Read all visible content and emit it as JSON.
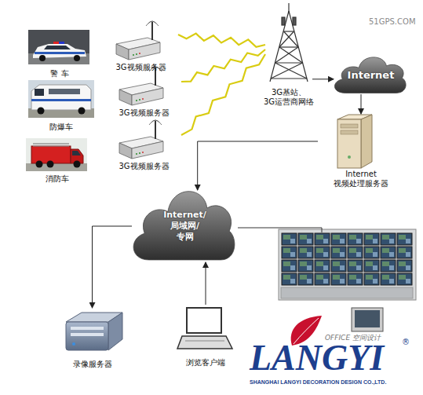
{
  "diagram": {
    "nodes": [
      {
        "text": [
          "警 车"
        ]
      },
      {
        "text": [
          "3G视频服务器"
        ]
      },
      {
        "text": [
          "防爆车"
        ]
      },
      {
        "text": [
          "3G视频服务器"
        ]
      },
      {
        "text": [
          "消防车"
        ]
      },
      {
        "text": [
          "3G视频服务器"
        ]
      },
      {
        "text": [
          "3G基站、 3G运营商网络"
        ]
      },
      {
        "text": [
          "Internet"
        ]
      },
      {
        "text": [
          "Internet 视频处理服务器"
        ]
      },
      {
        "text": [
          "Internet/ 局域网/ 专网"
        ]
      },
      {
        "text": [
          "录像服务器"
        ]
      },
      {
        "text": [
          "浏览客户端"
        ]
      }
    ],
    "edges": [
      {
        "from": 1,
        "to": 6,
        "arrow": "none"
      },
      {
        "from": 3,
        "to": 6,
        "arrow": "none"
      },
      {
        "from": 5,
        "to": 6,
        "arrow": "none"
      },
      {
        "from": 6,
        "to": 7,
        "arrow": "to"
      },
      {
        "from": 7,
        "to": 8,
        "arrow": "to"
      },
      {
        "from": 8,
        "to": 9,
        "arrow": "to"
      },
      {
        "from": 9,
        "to": 10,
        "arrow": "to"
      },
      {
        "from": 11,
        "to": 9,
        "arrow": "to"
      }
    ],
    "labels": [
      "51GPS.COM",
      "OFFICE 空间设计",
      "LANGYI",
      "®",
      "SHANGHAI LANGYI DECORATION DESIGN CO.,LTD."
    ]
  }
}
